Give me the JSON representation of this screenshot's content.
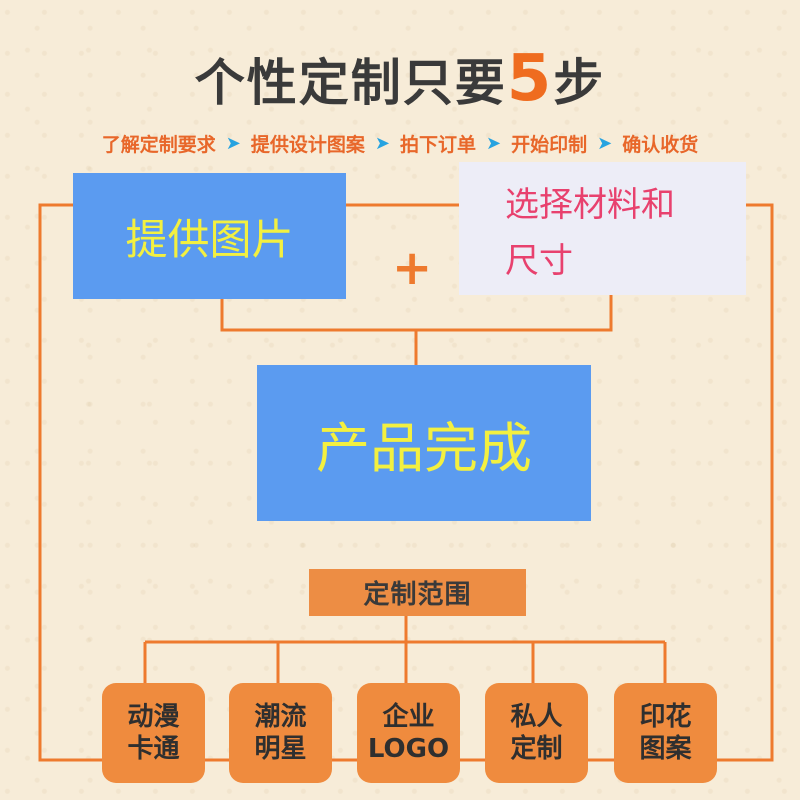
{
  "header": {
    "title_text": "个性定制只要",
    "title_number": "5",
    "title_suffix": "步"
  },
  "steps": [
    "了解定制要求",
    "提供设计图案",
    "拍下订单",
    "开始印制",
    "确认收货"
  ],
  "step_arrow": "➤",
  "flow": {
    "provide_image": "提供图片",
    "plus": "+",
    "choose_line1": "选择材料和",
    "choose_line2": "尺寸",
    "product_done": "产品完成"
  },
  "range": {
    "title": "定制范围",
    "categories": [
      {
        "line1": "动漫",
        "line2": "卡通"
      },
      {
        "line1": "潮流",
        "line2": "明星"
      },
      {
        "line1": "企业",
        "line2": "LOGO"
      },
      {
        "line1": "私人",
        "line2": "定制"
      },
      {
        "line1": "印花",
        "line2": "图案"
      }
    ]
  },
  "colors": {
    "orange": "#ee7a2e",
    "blue_box": "#5b9bf0",
    "yellow_text": "#f3f040",
    "pink_text": "#e8416e",
    "arrow_blue": "#27a3e0"
  }
}
